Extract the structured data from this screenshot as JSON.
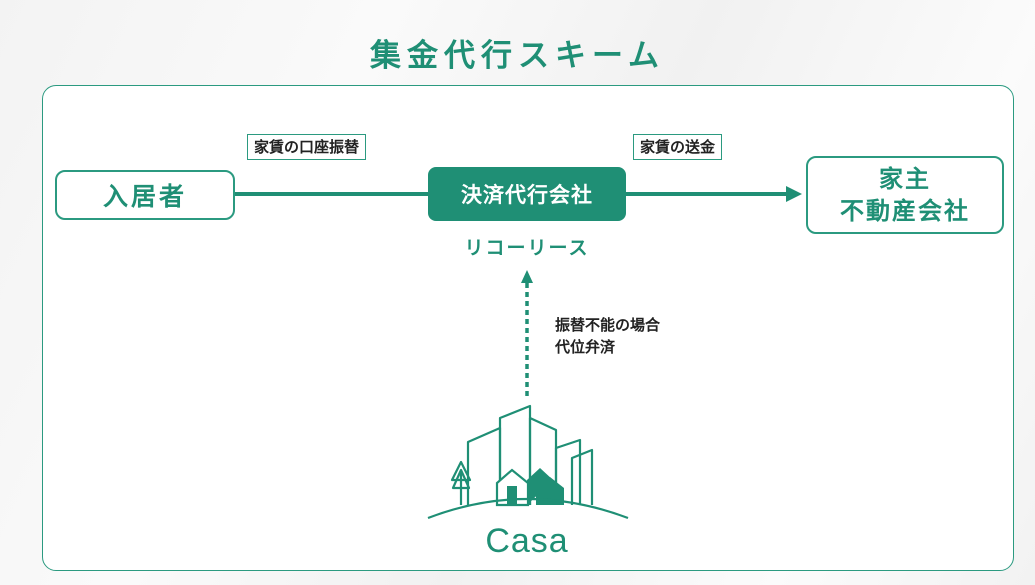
{
  "title": "集金代行スキーム",
  "nodes": {
    "tenant": "入居者",
    "payment_agent": "決済代行会社",
    "payment_agent_name": "リコーリース",
    "landlord_line1": "家主",
    "landlord_line2": "不動産会社"
  },
  "flow_labels": {
    "rent_debit": "家賃の口座振替",
    "rent_remittance": "家賃の送金"
  },
  "fallback": {
    "line1": "振替不能の場合",
    "line2": "代位弁済"
  },
  "logo": {
    "text": "Casa"
  },
  "colors": {
    "accent": "#1f8f75",
    "line": "#2b9a80"
  }
}
